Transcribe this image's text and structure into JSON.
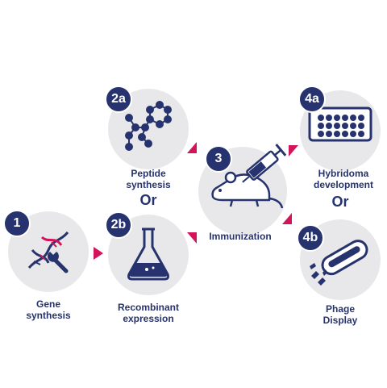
{
  "steps": [
    {
      "badge": "1",
      "label_line1": "Gene",
      "label_line2": "synthesis"
    },
    {
      "badge": "2a",
      "label_line1": "Peptide",
      "label_line2": "synthesis"
    },
    {
      "badge": "2b",
      "label_line1": "Recombinant",
      "label_line2": "expression"
    },
    {
      "badge": "3",
      "label_line1": "Immunization",
      "label_line2": ""
    },
    {
      "badge": "4a",
      "label_line1": "Hybridoma",
      "label_line2": "development"
    },
    {
      "badge": "4b",
      "label_line1": "Phage",
      "label_line2": "Display"
    }
  ],
  "or_text_left": "Or",
  "or_text_right": "Or",
  "icons": [
    "dna-wrench-icon",
    "peptide-chain-icon",
    "flask-icon",
    "mouse-syringe-icon",
    "well-plate-icon",
    "phage-icon"
  ],
  "colors": {
    "navy": "#26336e",
    "accent": "#d4145a",
    "circle": "#e8e8ea"
  }
}
